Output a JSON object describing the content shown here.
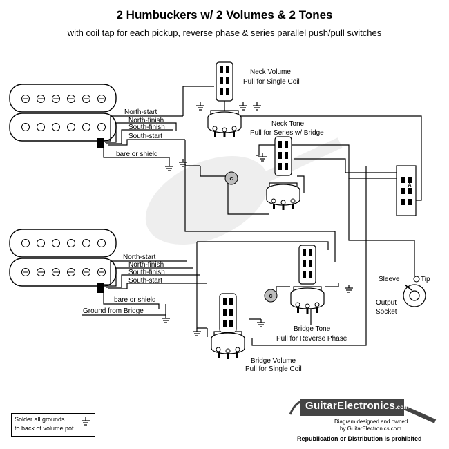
{
  "title": "2 Humbuckers w/ 2 Volumes & 2 Tones",
  "subtitle": "with coil tap for each pickup, reverse phase & series parallel push/pull switches",
  "neck_volume": {
    "line1": "Neck Volume",
    "line2": "Pull for Single Coil"
  },
  "neck_tone": {
    "line1": "Neck Tone",
    "line2": "Pull for Series w/ Bridge"
  },
  "bridge_tone": {
    "line1": "Bridge Tone",
    "line2": "Pull for Reverse Phase"
  },
  "bridge_volume": {
    "line1": "Bridge Volume",
    "line2": "Pull for Single Coil"
  },
  "neck_wires": [
    "North-start",
    "North-finish",
    "South-finish",
    "South-start",
    "bare or shield"
  ],
  "bridge_wires": [
    "North-start",
    "North-finish",
    "South-finish",
    "South-start",
    "bare or shield"
  ],
  "ground_from_bridge": "Ground from Bridge",
  "jack": {
    "sleeve": "Sleeve",
    "tip": "Tip",
    "line1": "Output",
    "line2": "Socket"
  },
  "cap_letter": "C",
  "switch_letter": "A",
  "solder_note": {
    "line1": "Solder all grounds",
    "line2": "to back of volume pot"
  },
  "logo": {
    "brand": "GuitarElectronics",
    "suffix": ".com",
    "credit1": "Diagram designed and owned",
    "credit2": "by GuitarElectronics.com.",
    "notice": "Republication or Distribution is prohibited"
  }
}
